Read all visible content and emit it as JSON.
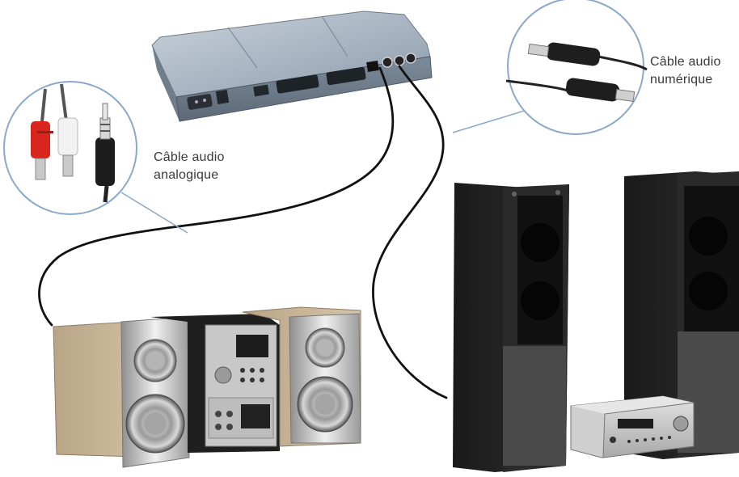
{
  "labels": {
    "analog_line1": "Câble audio",
    "analog_line2": "analogique",
    "digital_line1": "Câble audio",
    "digital_line2": "numérique"
  },
  "colors": {
    "callout_circle": "#8aa8c8",
    "cable": "#111111",
    "set_top_box": "#9aa9b8",
    "rca_red": "#d8261e",
    "rca_white": "#f2f2f2",
    "speaker_wood": "#cbb89a",
    "tower_speaker": "#1c1c1c"
  },
  "icons": [
    "set-top-box",
    "rca-connectors",
    "optical-connectors",
    "mini-hifi-system",
    "home-cinema-speakers",
    "amplifier"
  ]
}
